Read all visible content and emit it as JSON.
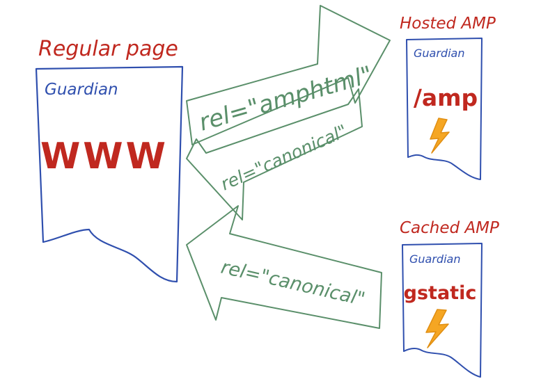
{
  "colors": {
    "red": "#c0281f",
    "blue": "#2f4fae",
    "green": "#5a8f6a",
    "orange": "#f5a623"
  },
  "regular": {
    "title": "Regular page",
    "brand": "Guardian",
    "label": "WWW"
  },
  "hosted": {
    "title": "Hosted AMP",
    "brand": "Guardian",
    "label": "/amp",
    "icon": "lightning-bolt-icon"
  },
  "cached": {
    "title": "Cached AMP",
    "brand": "Guardian",
    "label": "gstatic",
    "icon": "lightning-bolt-icon"
  },
  "arrows": {
    "to_hosted": "rel=\"amphtml\"",
    "from_hosted": "rel=\"canonical\"",
    "from_cached": "rel=\"canonical\""
  }
}
